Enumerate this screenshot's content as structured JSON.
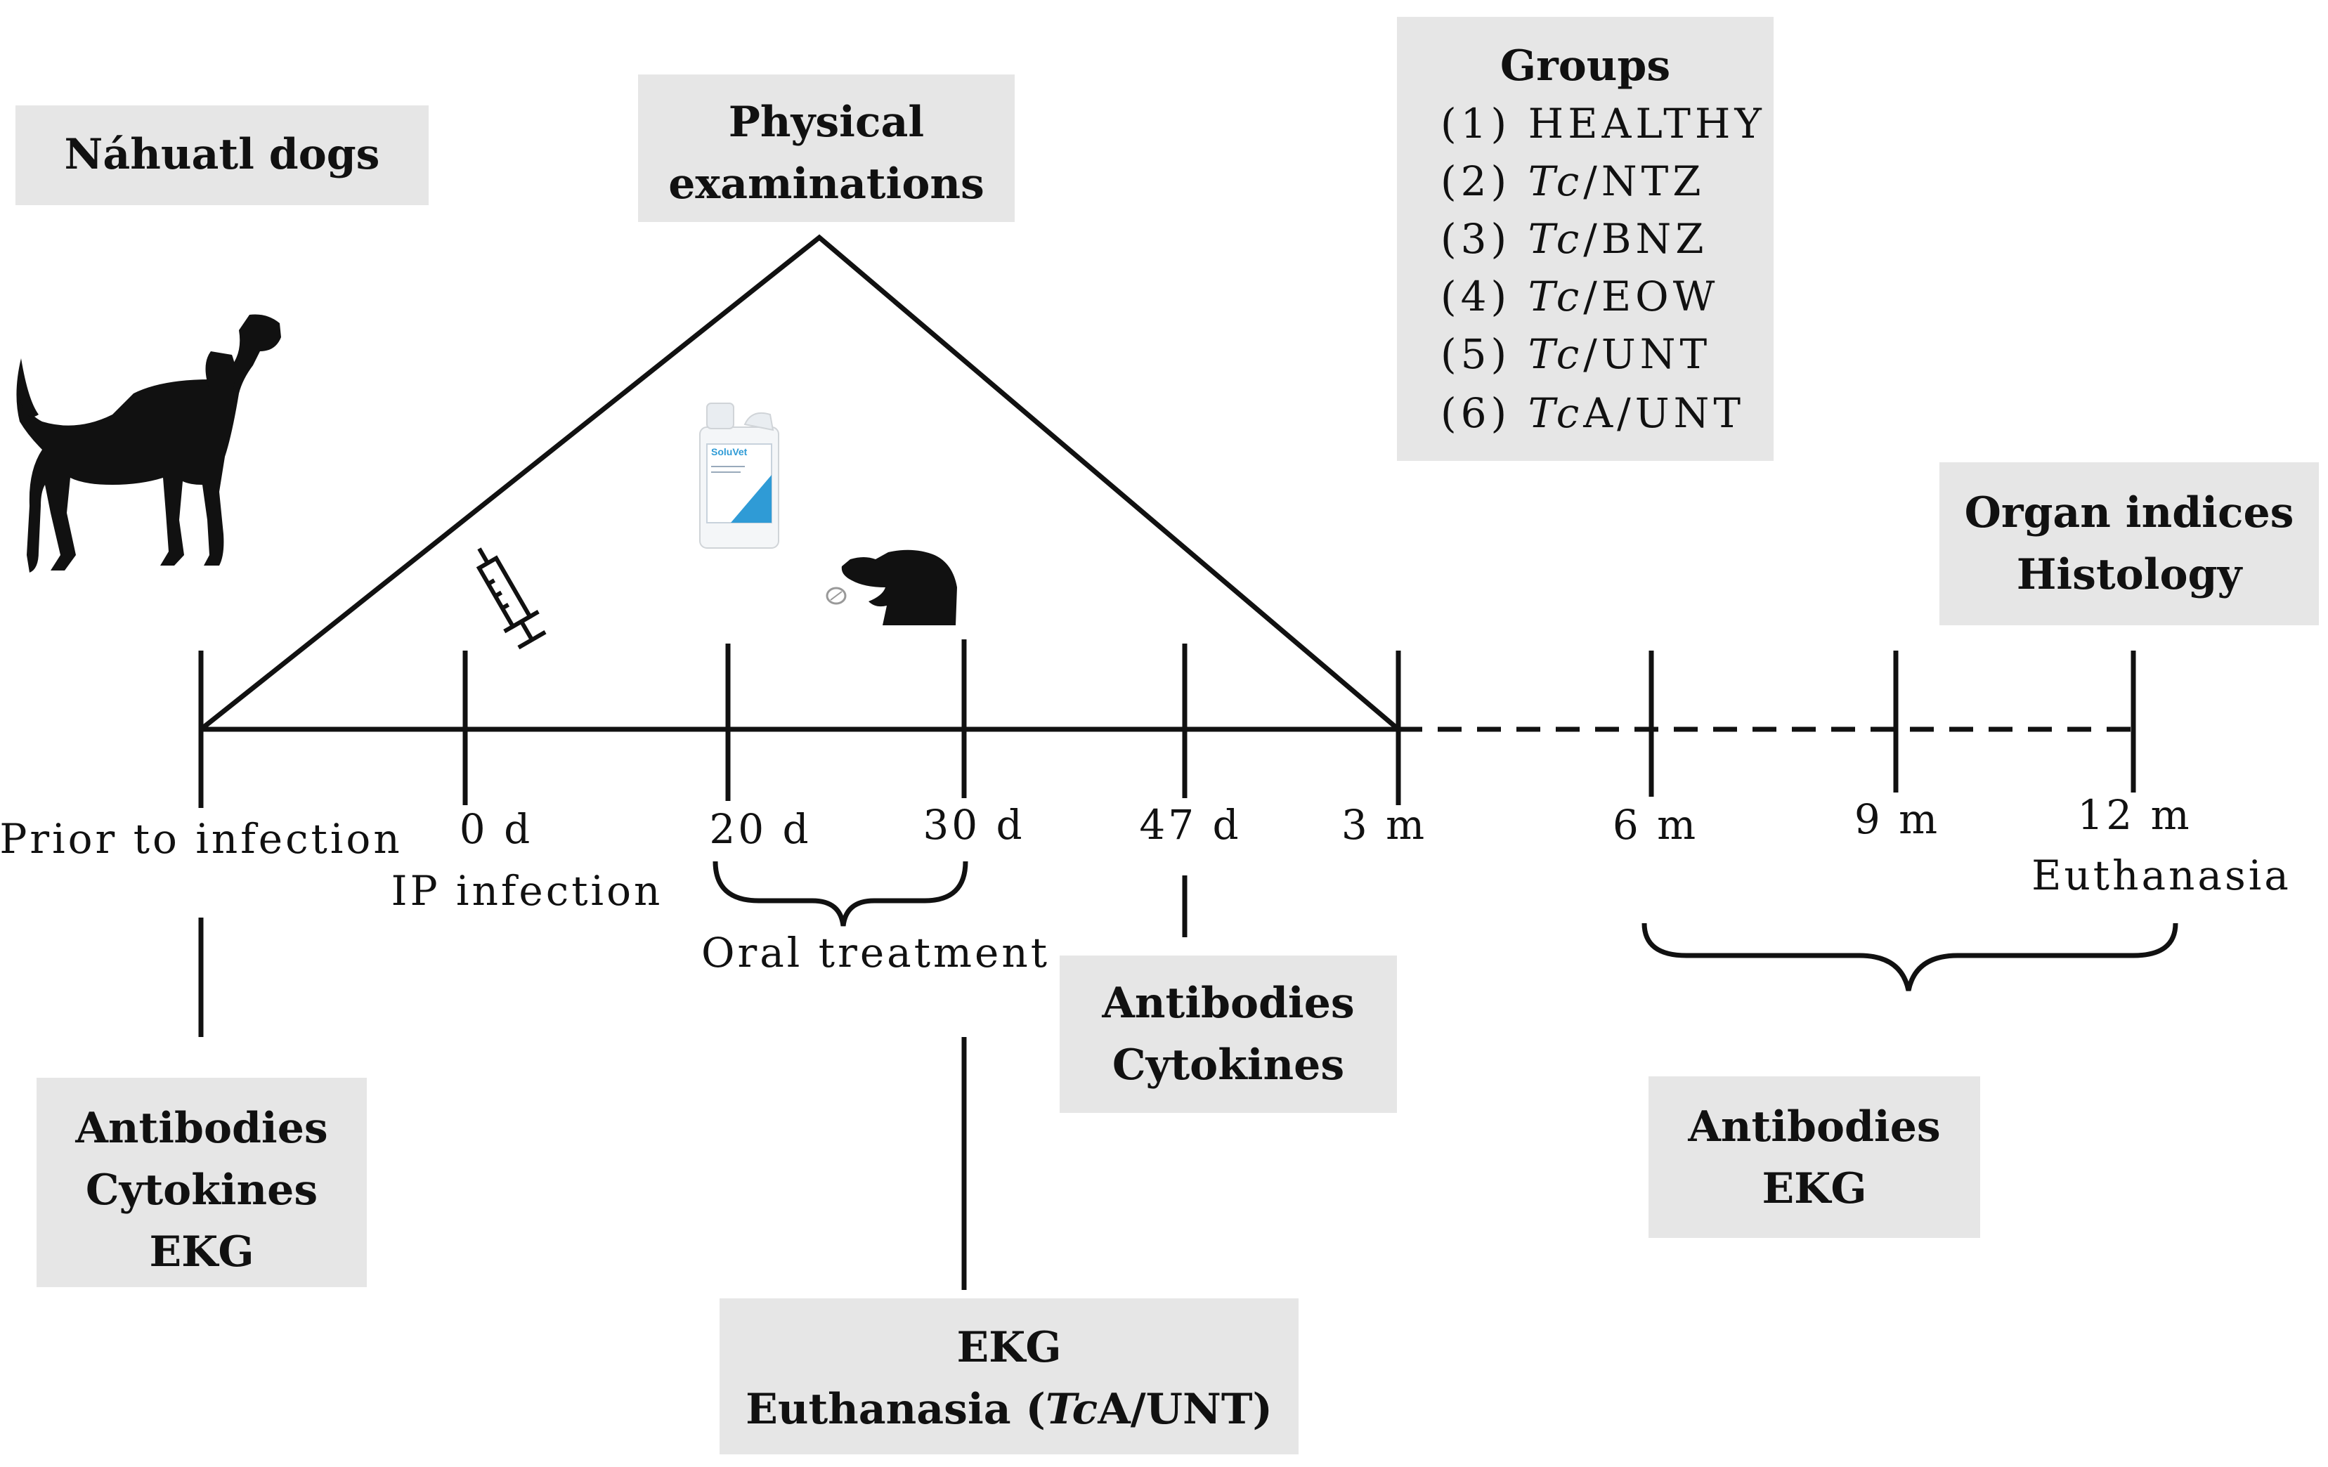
{
  "boxes": {
    "nahuatl": "Náhuatl dogs",
    "physical_1": "Physical",
    "physical_2": "examinations",
    "groups_title": "Groups",
    "groups": [
      {
        "num": "(1)",
        "pre": "HEALTHY",
        "it": "",
        "post": ""
      },
      {
        "num": "(2)",
        "pre": "",
        "it": "Tc",
        "post": "/NTZ"
      },
      {
        "num": "(3)",
        "pre": "",
        "it": "Tc",
        "post": "/BNZ"
      },
      {
        "num": "(4)",
        "pre": "",
        "it": "Tc",
        "post": "/EOW"
      },
      {
        "num": "(5)",
        "pre": "",
        "it": "Tc",
        "post": "/UNT"
      },
      {
        "num": "(6)",
        "pre": "",
        "it": "Tc",
        "post": "A/UNT"
      }
    ],
    "organ_1": "Organ indices",
    "organ_2": "Histology",
    "prior_1": "Antibodies",
    "prior_2": "Cytokines",
    "prior_3": "EKG",
    "d47_1": "Antibodies",
    "d47_2": "Cytokines",
    "late_1": "Antibodies",
    "late_2": "EKG",
    "d30_1": "EKG",
    "d30_2_pre": "Euthanasia (",
    "d30_2_it": "Tc",
    "d30_2_post": "A/UNT)"
  },
  "timeline": {
    "prior": "Prior to infection",
    "d0": "0 d",
    "ip": "IP infection",
    "d20": "20 d",
    "d30": "30 d",
    "oral": "Oral treatment",
    "d47": "47 d",
    "m3": "3 m",
    "m6": "6 m",
    "m9": "9 m",
    "m12": "12 m",
    "euth": "Euthanasia"
  },
  "product_label": "SoluVet",
  "icons": [
    "dog-silhouette-icon",
    "syringe-icon",
    "disinfectant-bottle-icon",
    "dog-head-pill-icon"
  ],
  "colors": {
    "box_fill": "#e6e6e6",
    "line": "#111111",
    "bottle_blue": "#2f9bd6"
  }
}
